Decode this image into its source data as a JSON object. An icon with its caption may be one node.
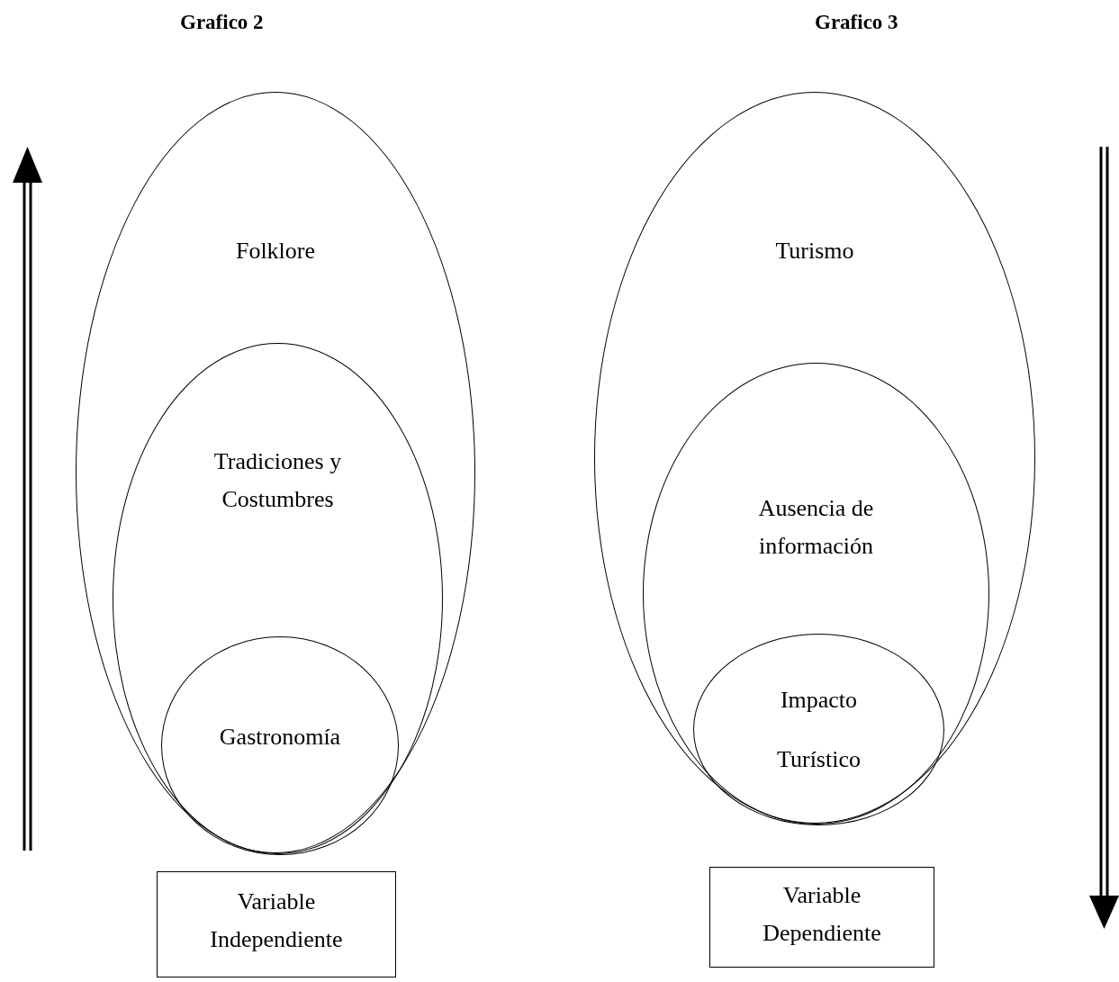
{
  "diagram": {
    "nodes": [
      {
        "text": [
          "Folklore"
        ]
      },
      {
        "text": [
          "Tradiciones y Costumbres"
        ],
        "in": 0
      },
      {
        "text": [
          "Gastronomía"
        ],
        "in": 1
      },
      {
        "text": [
          "Variable Independiente"
        ]
      },
      {
        "text": [
          "Turismo"
        ]
      },
      {
        "text": [
          "Ausencia de información"
        ],
        "in": 4
      },
      {
        "text": [
          "Impacto Turístico"
        ],
        "in": 5
      },
      {
        "text": [
          "Variable Dependiente"
        ]
      }
    ],
    "labels": [
      "Grafico 2",
      "Grafico 3"
    ]
  }
}
